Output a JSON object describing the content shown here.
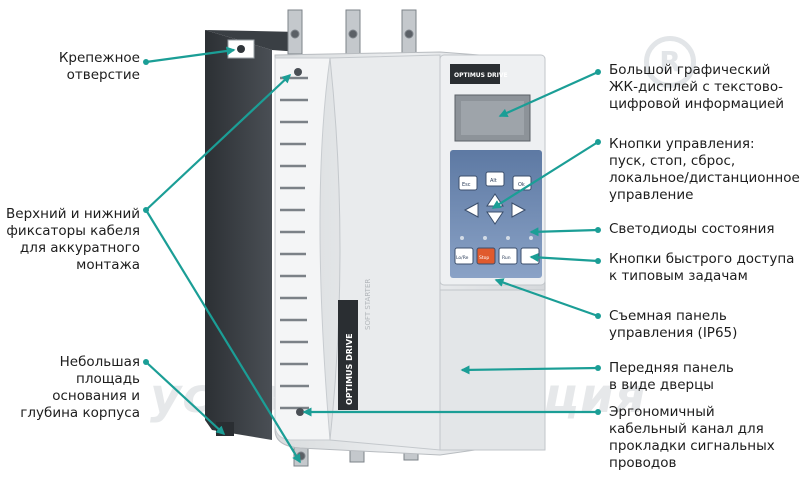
{
  "watermark": "yсАвтоматизация",
  "registered_mark": "R",
  "device": {
    "brand": "OPTIMUS DRIVE",
    "side_text": "SOFT STARTER"
  },
  "labels_left": [
    {
      "id": "mounting-hole",
      "lines": [
        "Крепежное",
        "отверстие"
      ]
    },
    {
      "id": "cable-clamps",
      "lines": [
        "Верхний и нижний",
        "фиксаторы кабеля",
        "для аккуратного",
        "монтажа"
      ]
    },
    {
      "id": "small-footprint",
      "lines": [
        "Небольшая",
        "площадь",
        "основания и",
        "глубина корпуса"
      ]
    }
  ],
  "labels_right": [
    {
      "id": "lcd-display",
      "lines": [
        "Большой графический",
        "ЖК-дисплей с текстово-",
        "цифровой информацией"
      ]
    },
    {
      "id": "control-buttons",
      "lines": [
        "Кнопки управления:",
        "пуск, стоп, сброс,",
        "локальное/дистанционное",
        "управление"
      ]
    },
    {
      "id": "status-leds",
      "lines": [
        "Светодиоды состояния"
      ]
    },
    {
      "id": "quick-buttons",
      "lines": [
        "Кнопки быстрого доступа",
        "к типовым задачам"
      ]
    },
    {
      "id": "removable-panel",
      "lines": [
        "Съемная панель",
        "управления (IP65)"
      ]
    },
    {
      "id": "front-door",
      "lines": [
        "Передняя панель",
        "в виде дверцы"
      ]
    },
    {
      "id": "cable-channel",
      "lines": [
        "Эргономичный",
        "кабельный канал для",
        "прокладки сигнальных",
        "проводов"
      ]
    }
  ],
  "keypad": {
    "top_row": [
      "Esc",
      "Alt",
      "Ok"
    ],
    "bottom_row": [
      "Lo/Re",
      "Stop",
      "Run"
    ]
  },
  "colors": {
    "arrow": "#1b9e96",
    "housing": "#e6e8ea",
    "keypad": "#7a93b5"
  }
}
